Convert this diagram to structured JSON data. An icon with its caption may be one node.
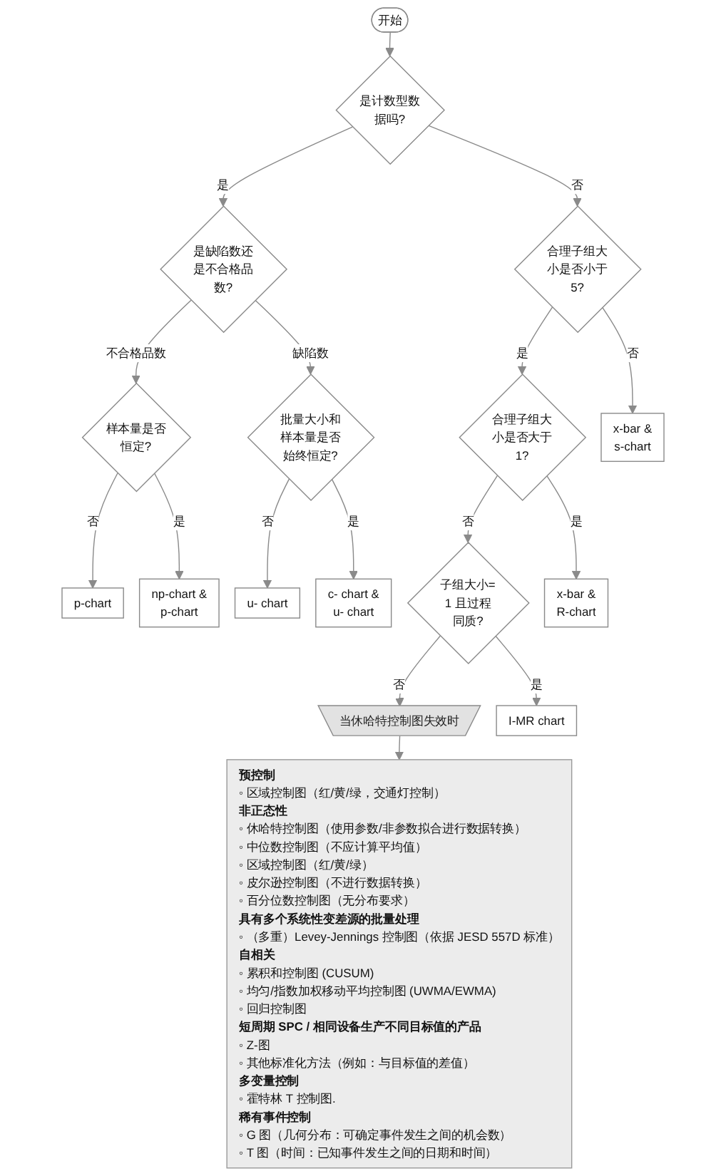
{
  "diagram": {
    "nodes": [
      {
        "text": [
          "开始"
        ]
      },
      {
        "text": [
          "是计数型数据吗?"
        ]
      },
      {
        "text": [
          "合理子组大小是否小于 5?"
        ]
      },
      {
        "text": [
          "x-bar & s-chart"
        ]
      },
      {
        "text": [
          "p-chart"
        ]
      },
      {
        "text": [
          "样本量是否恒定?"
        ]
      },
      {
        "text": [
          "是缺陷数还是不合格品数?"
        ]
      },
      {
        "text": [
          "合理子组大小是否大于1?"
        ]
      },
      {
        "text": [
          "x-bar & R-chart"
        ]
      },
      {
        "text": [
          "np-chart & p-chart"
        ]
      },
      {
        "text": [
          "u- chart"
        ]
      },
      {
        "text": [
          "批量大小和样本量是否始终恒定?"
        ]
      },
      {
        "text": [
          "子组大小=1 且过程同质?"
        ]
      },
      {
        "text": [
          "I-MR chart"
        ]
      },
      {
        "text": [
          "c- chart & u- chart"
        ]
      },
      {
        "text": [
          "当休哈特控制图失效时"
        ]
      },
      {
        "text": [
          "预控制",
          "◦ 区域控制图（红/黄/绿，交通灯控制）",
          "非正态性",
          "◦ 休哈特控制图（使用参数/非参数拟合进行数据转换）",
          "◦ 中位数控制图（不应计算平均值）",
          "◦ 区域控制图（红/黄/绿）",
          "◦ 皮尔逊控制图（不进行数据转换）",
          "◦ 百分位数控制图（无分布要求）",
          "具有多个系统性变差源的批量处理",
          "◦ （多重）Levey-Jennings 控制图（依据 JESD 557D 标准）",
          "自相关",
          "◦ 累积和控制图 (CUSUM)",
          "◦ 均匀/指数加权移动平均控制图 (UWMA/EWMA)",
          "◦ 回归控制图",
          "短周期 SPC / 相同设备生产不同目标值的产品",
          "◦ Z-图",
          "◦ 其他标准化方法（例如：与目标值的差值）",
          "多变量控制",
          "◦ 霍特林 T 控制图.",
          "稀有事件控制",
          "◦ G 图（几何分布：可确定事件发生之间的机会数）",
          "◦ T 图（时间：已知事件发生之间的日期和时间）"
        ]
      }
    ],
    "edges": [
      {
        "from": 0,
        "to": 1,
        "arrow": "to"
      },
      {
        "from": 1,
        "to": 2,
        "arrow": "to",
        "label": "否"
      },
      {
        "from": 2,
        "to": 3,
        "arrow": "to",
        "label": "否"
      },
      {
        "from": 2,
        "to": 7,
        "arrow": "to",
        "label": "是"
      },
      {
        "from": 1,
        "to": 6,
        "arrow": "to",
        "label": "是"
      },
      {
        "from": 6,
        "to": 5,
        "arrow": "to",
        "label": "不合格品数"
      },
      {
        "from": 5,
        "to": 4,
        "arrow": "to",
        "label": "否"
      },
      {
        "from": 5,
        "to": 9,
        "arrow": "to",
        "label": "是"
      },
      {
        "from": 6,
        "to": 11,
        "arrow": "to",
        "label": "缺陷数"
      },
      {
        "from": 7,
        "to": 8,
        "arrow": "to",
        "label": "是"
      },
      {
        "from": 7,
        "to": 12,
        "arrow": "to",
        "label": "否"
      },
      {
        "from": 11,
        "to": 10,
        "arrow": "to",
        "label": "否"
      },
      {
        "from": 11,
        "to": 14,
        "arrow": "to",
        "label": "是"
      },
      {
        "from": 12,
        "to": 13,
        "arrow": "to",
        "label": "是"
      },
      {
        "from": 12,
        "to": 15,
        "arrow": "to",
        "label": "否"
      },
      {
        "from": 15,
        "to": 16,
        "arrow": "to"
      }
    ]
  }
}
